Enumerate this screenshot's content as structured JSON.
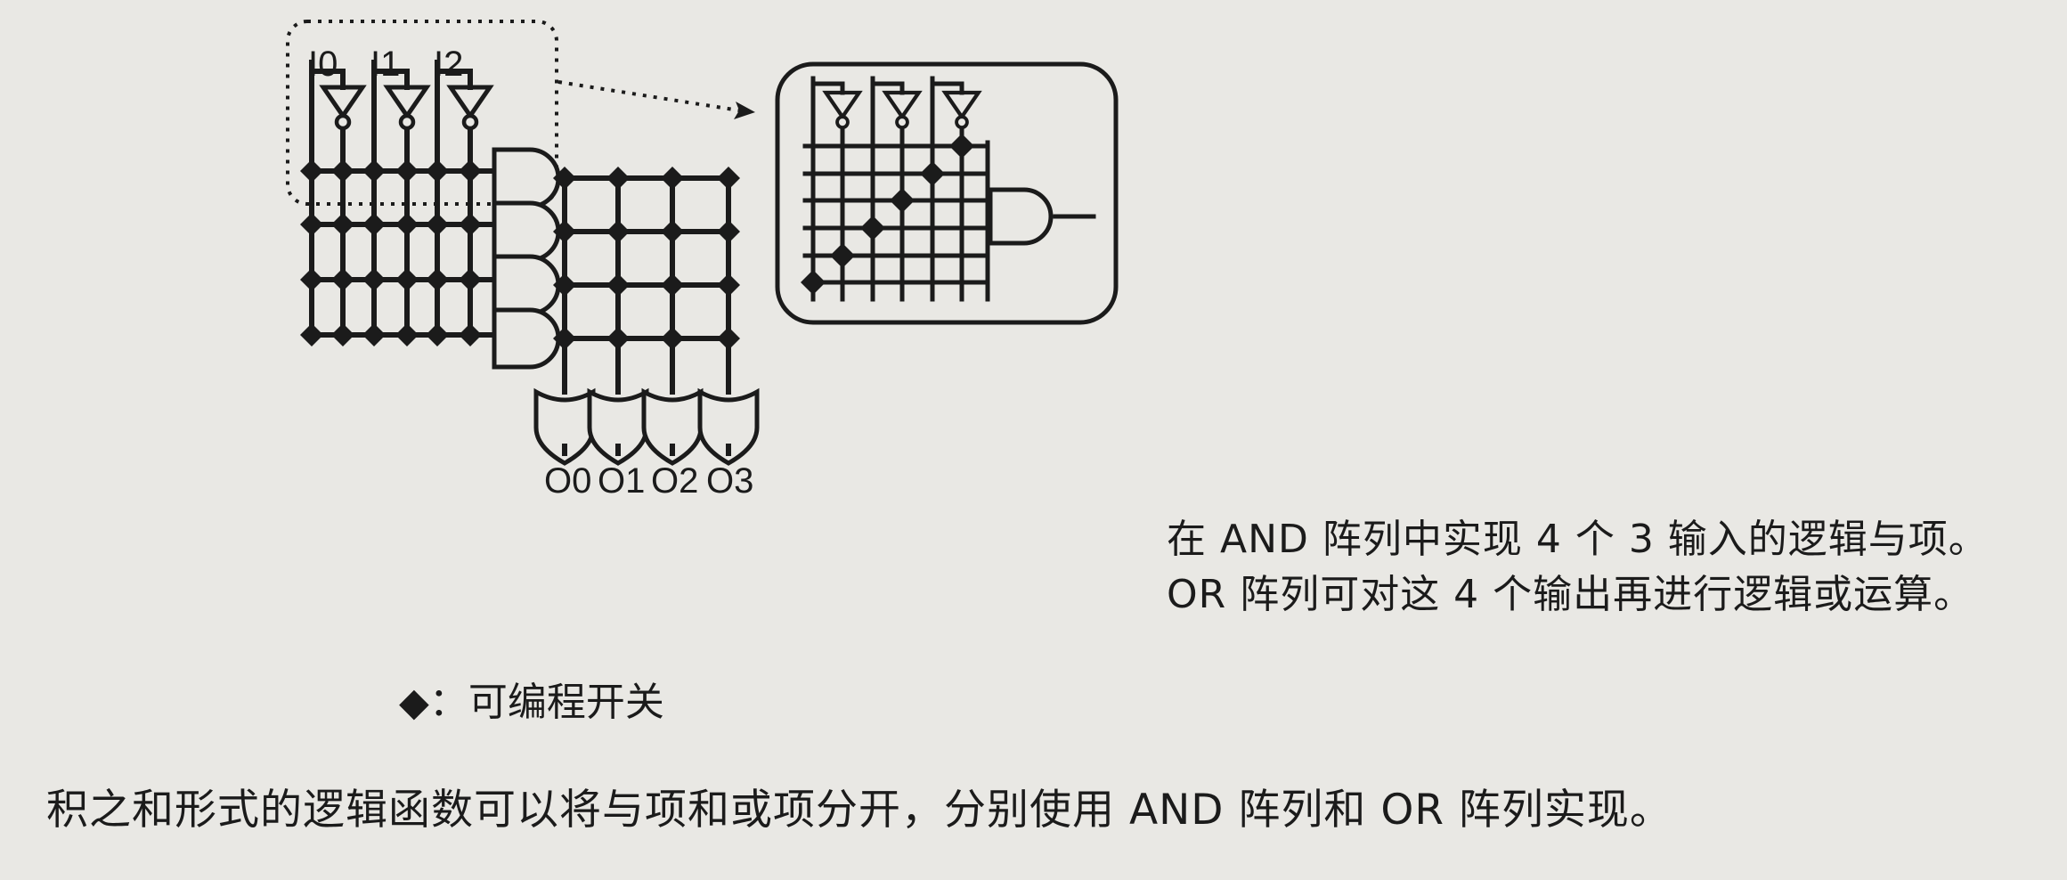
{
  "inputs": [
    "I0",
    "I1",
    "I2"
  ],
  "outputs": [
    "O0",
    "O1",
    "O2",
    "O3"
  ],
  "legend": {
    "symbol": "◆",
    "text": "：可编程开关"
  },
  "description": "在 AND 阵列中实现 4 个 3 输入的逻辑与项。OR 阵列可对这 4 个输出再进行逻辑或运算。",
  "caption": "积之和形式的逻辑函数可以将与项和或项分开，分别使用 AND 阵列和 OR 阵列实现。",
  "colors": {
    "ink": "#1b1b1b",
    "paper": "#e9e8e4"
  }
}
